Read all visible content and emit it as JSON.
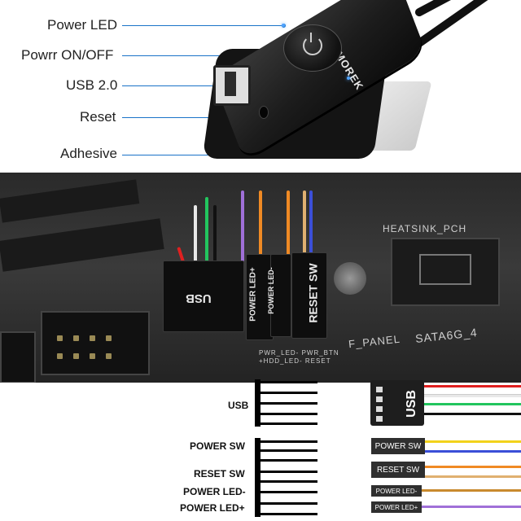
{
  "callouts": {
    "power_led": "Power LED",
    "power_onoff": "Powrr ON/OFF",
    "usb": "USB 2.0",
    "reset": "Reset",
    "adhesive": "Adhesive"
  },
  "device": {
    "brand": "GAMOREK",
    "led_color": "#4fa3ff"
  },
  "motherboard": {
    "header_usb": "USB",
    "header_power_led_plus": "POWER LED+",
    "header_power_led_minus": "POWER LED-",
    "header_reset_sw": "RESET SW",
    "silk_heatsink": "HEATSINK_PCH",
    "silk_panel": "F_PANEL",
    "silk_sata": "SATA6G_4",
    "silk_pins_top": "PWR_LED- PWR_BTN",
    "silk_pins_bottom": "+HDD_LED- RESET"
  },
  "pinout": {
    "usb_label": "USB",
    "power_sw_label": "POWER SW",
    "reset_sw_label": "RESET SW",
    "power_led_minus_label": "POWER LED-",
    "power_led_plus_label": "POWER LED+",
    "plug_text": "USB",
    "tag_power_sw": "POWER SW",
    "tag_reset_sw": "RESET SW",
    "tag_power_led_minus": "POWER LED-",
    "tag_power_led_plus": "POWER LED+"
  },
  "colors": {
    "wire_red": "#e02020",
    "wire_white": "#e8e8e8",
    "wire_green": "#22c55e",
    "wire_black": "#111111",
    "wire_yellow": "#f2d21b",
    "wire_blue": "#3b4fd8",
    "wire_orange": "#f08a24",
    "wire_tan": "#e0b070",
    "wire_purple": "#a070d8",
    "callout_line": "#1a73c8"
  }
}
